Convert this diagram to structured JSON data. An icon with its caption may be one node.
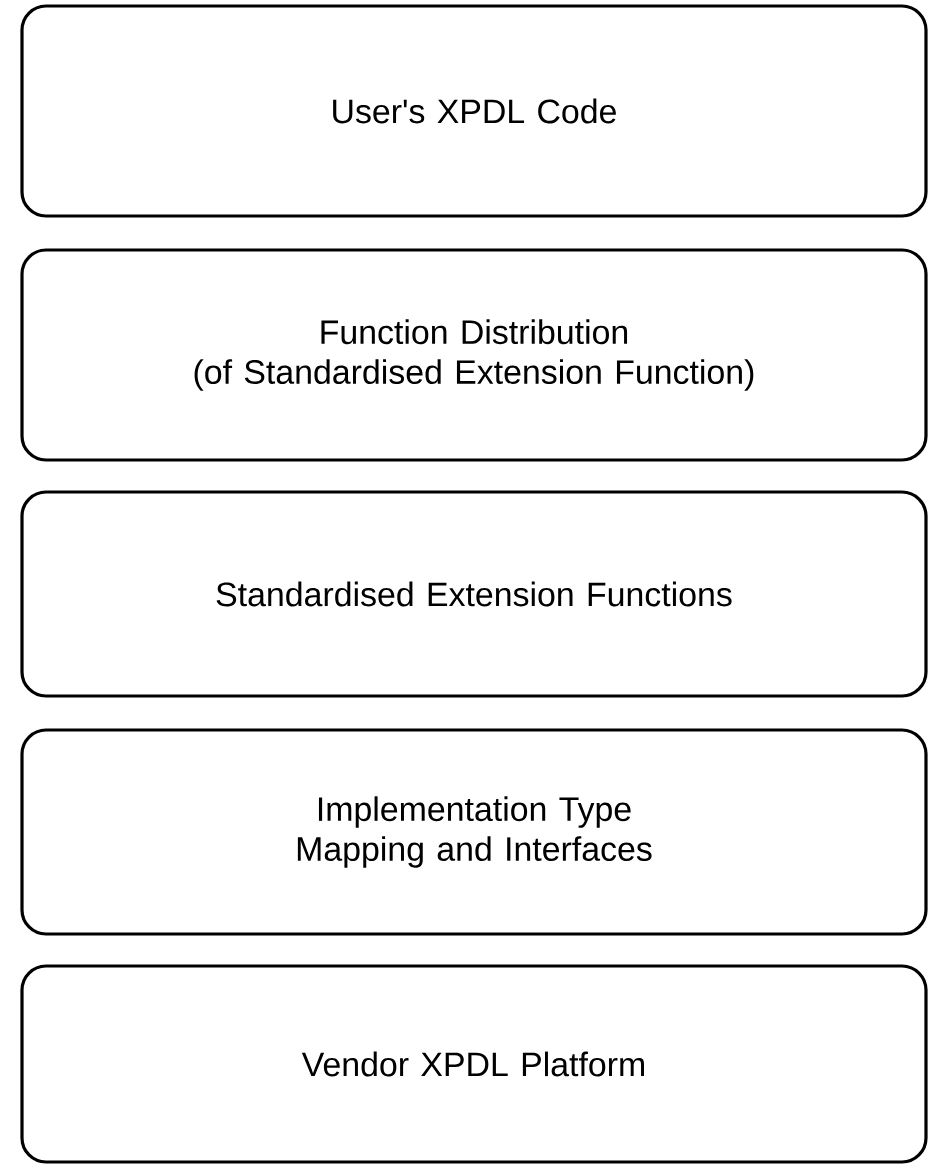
{
  "diagram": {
    "nodes": [
      {
        "text": [
          "User's XPDL Code"
        ]
      },
      {
        "text": [
          "Function Distribution",
          "(of Standardised Extension Function)"
        ]
      },
      {
        "text": [
          "Standardised Extension Functions"
        ]
      },
      {
        "text": [
          "Implementation Type Mapping and Interfaces"
        ]
      },
      {
        "text": [
          "Vendor XPDL Platform"
        ]
      }
    ]
  }
}
